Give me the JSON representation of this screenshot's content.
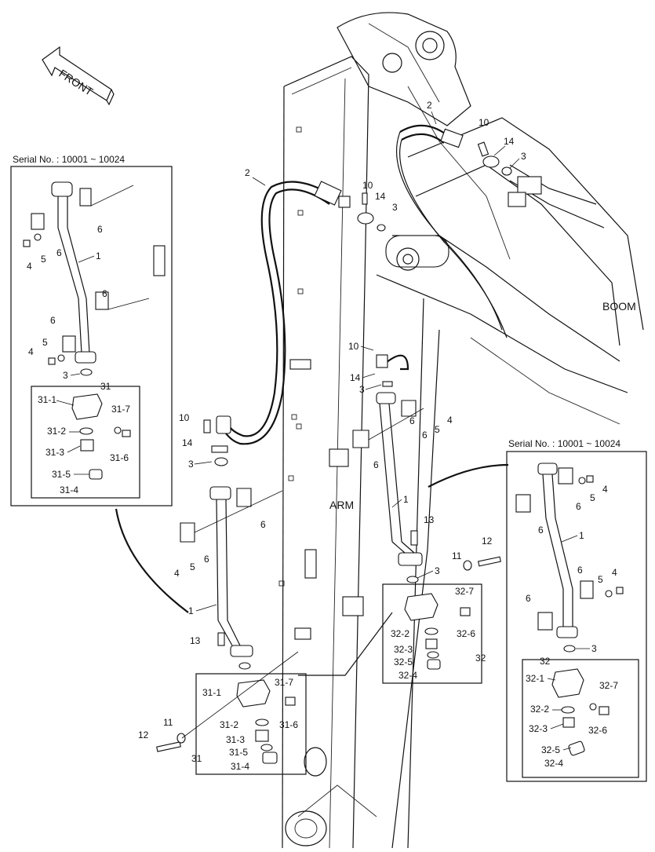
{
  "labels": {
    "front": "FRONT",
    "boom": "BOOM",
    "arm": "ARM",
    "serial_left": "Serial No. : 10001 ~ 10024",
    "serial_right": "Serial No. : 10001 ~ 10024"
  },
  "callouts": {
    "c_2a": "2",
    "c_10a": "10",
    "c_14a": "14",
    "c_3a": "3",
    "c_2b": "2",
    "c_10b": "10",
    "c_14b": "14",
    "c_3b": "3",
    "c_10c": "10",
    "c_14c": "14",
    "c_3c": "3",
    "c_6c": "6",
    "c_5c": "5",
    "c_4c": "4",
    "c_6d": "6",
    "c_1c": "1",
    "c_13c": "13",
    "c_3d": "3",
    "c_11c": "11",
    "c_12c": "12",
    "c_32_7c": "32-7",
    "c_32_2c": "32-2",
    "c_32_6c": "32-6",
    "c_32_3c": "32-3",
    "c_32_5c": "32-5",
    "c_32_4c": "32-4",
    "c_32c": "32",
    "c_10m": "10",
    "c_14m": "14",
    "c_3m": "3",
    "c_6m": "6",
    "c_6m2": "6",
    "c_5m": "5",
    "c_4m": "4",
    "c_1m": "1",
    "c_13m": "13",
    "c_31_7m": "31-7",
    "c_31_1m": "31-1",
    "c_31_2m": "31-2",
    "c_31_6m": "31-6",
    "c_31_3m": "31-3",
    "c_31_5m": "31-5",
    "c_31_4m": "31-4",
    "c_31m": "31",
    "c_11m": "11",
    "c_12m": "12",
    "l_6a": "6",
    "l_5a": "5",
    "l_4a": "4",
    "l_1a": "1",
    "l_6b": "6",
    "l_6c": "6",
    "l_5b": "5",
    "l_4b": "4",
    "l_3a": "3",
    "l_31": "31",
    "l_31_1": "31-1",
    "l_31_7": "31-7",
    "l_31_2": "31-2",
    "l_31_3": "31-3",
    "l_31_6": "31-6",
    "l_31_5": "31-5",
    "l_31_4": "31-4",
    "r_4a": "4",
    "r_5a": "5",
    "r_6a": "6",
    "r_6b": "6",
    "r_1": "1",
    "r_6c": "6",
    "r_5b": "5",
    "r_4b": "4",
    "r_6d": "6",
    "r_3": "3",
    "r_32": "32",
    "r_32_1": "32-1",
    "r_32_7": "32-7",
    "r_32_2": "32-2",
    "r_32_6": "32-6",
    "r_32_3": "32-3",
    "r_32_5": "32-5",
    "r_32_4": "32-4"
  }
}
